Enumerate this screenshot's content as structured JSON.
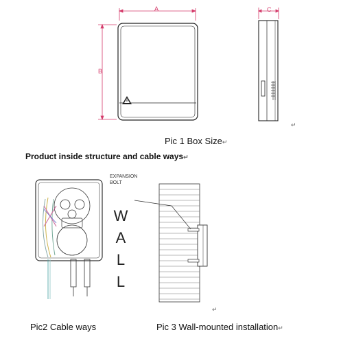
{
  "figure1": {
    "dim_a": "A",
    "dim_b": "B",
    "dim_c": "C",
    "caption": "Pic 1 Box Size",
    "return_mark": "↵"
  },
  "section_heading": "Product inside structure and cable ways",
  "figure2": {
    "caption": "Pic2 Cable ways"
  },
  "figure3": {
    "label_line1": "EXPANSION",
    "label_line2": "BOLT",
    "wall_letters": [
      "W",
      "A",
      "L",
      "L"
    ],
    "caption": "Pic 3 Wall-mounted installation"
  }
}
